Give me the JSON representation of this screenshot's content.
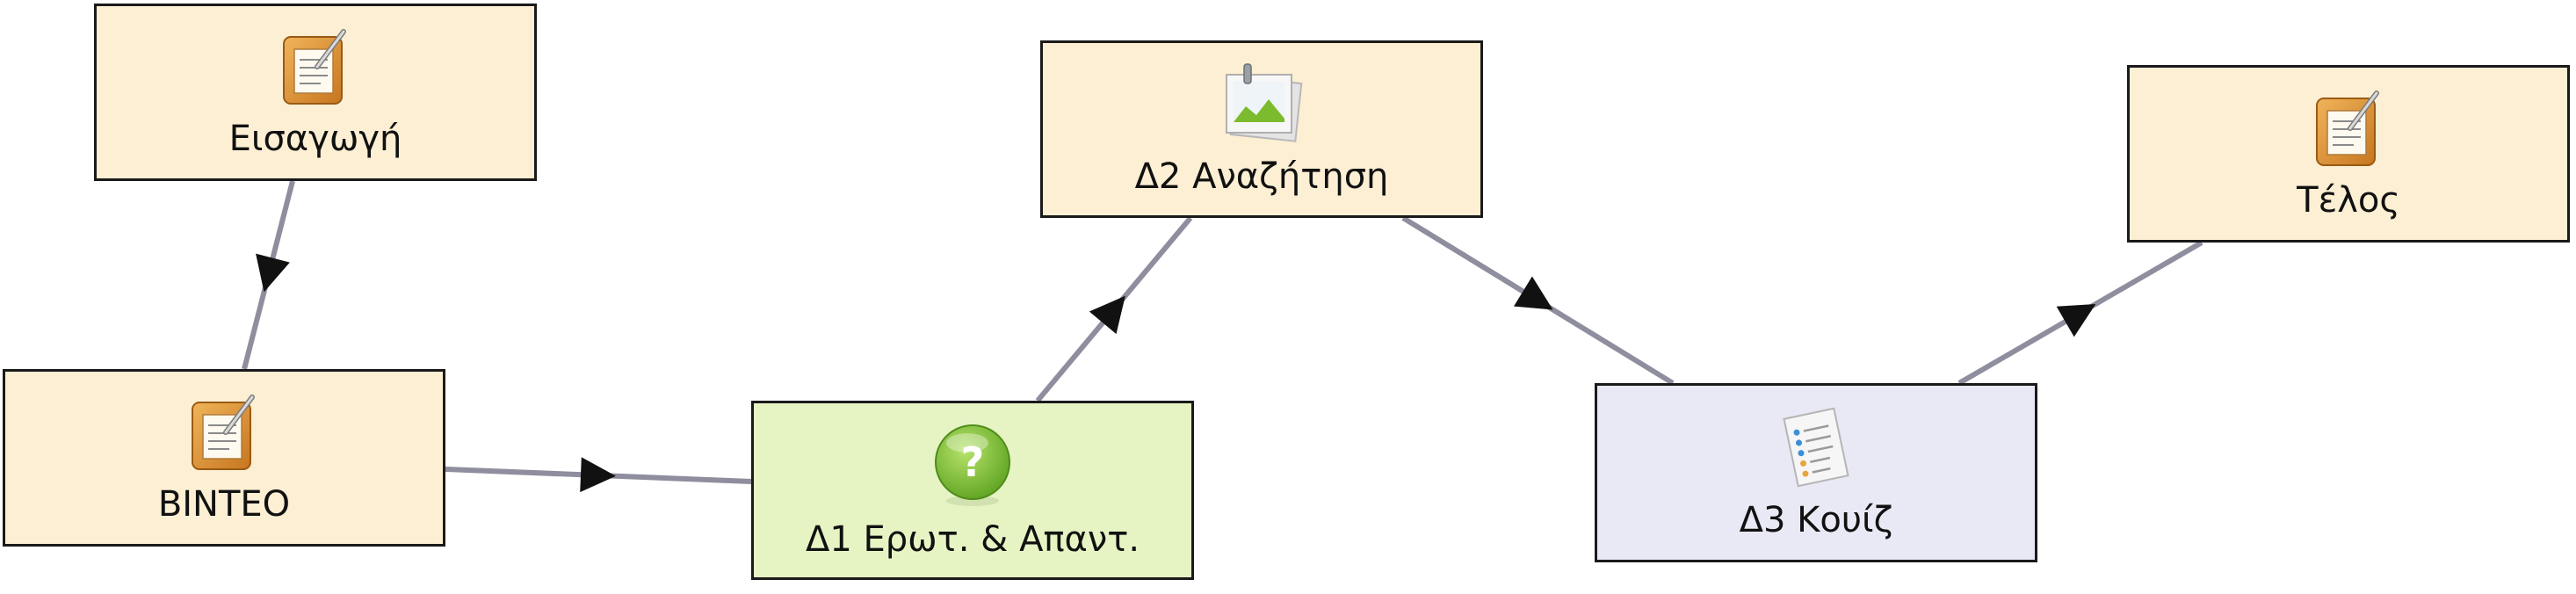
{
  "colors": {
    "task_fill": "#fcefd3",
    "qa_fill": "#e6f4c4",
    "quiz_fill": "#e9e8f5",
    "border": "#1a1a1a",
    "edge": "#8e8e9e",
    "arrow": "#111111"
  },
  "nodes": [
    {
      "id": "intro",
      "label": "Εισαγωγή",
      "icon": "notebook-icon"
    },
    {
      "id": "video",
      "label": "ΒΙΝΤΕΟ",
      "icon": "notebook-icon"
    },
    {
      "id": "d1",
      "label": "Δ1 Ερωτ. & Απαντ.",
      "icon": "question-icon"
    },
    {
      "id": "d2",
      "label": "Δ2 Αναζήτηση",
      "icon": "image-icon"
    },
    {
      "id": "d3",
      "label": "Δ3 Κουίζ",
      "icon": "checklist-icon"
    },
    {
      "id": "end",
      "label": "Τέλος",
      "icon": "notebook-icon"
    }
  ],
  "edges": [
    {
      "from": "intro",
      "to": "video"
    },
    {
      "from": "video",
      "to": "d1"
    },
    {
      "from": "d1",
      "to": "d2"
    },
    {
      "from": "d2",
      "to": "d3"
    },
    {
      "from": "d3",
      "to": "end"
    }
  ]
}
